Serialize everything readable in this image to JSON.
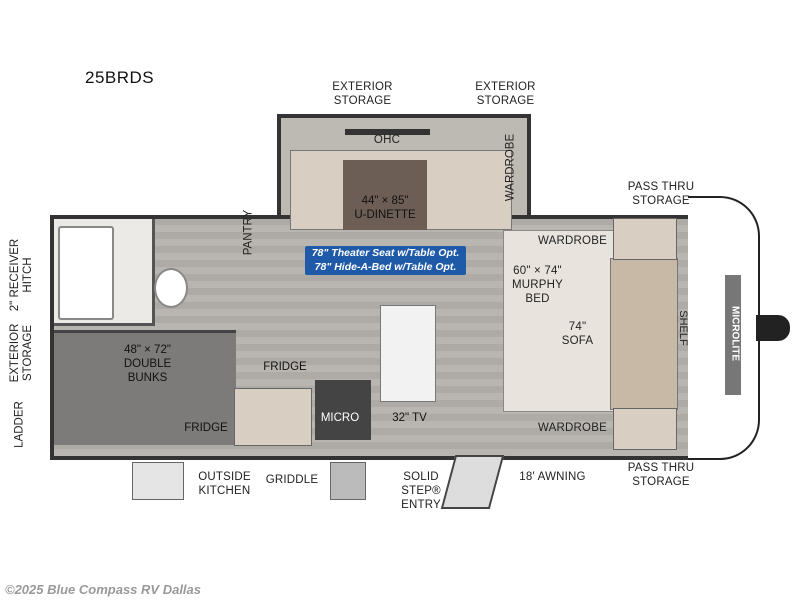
{
  "model": "25BRDS",
  "brand_logo": "MICROLITE",
  "exterior_labels": {
    "exterior_storage_1": "EXTERIOR STORAGE",
    "exterior_storage_2": "EXTERIOR STORAGE",
    "pass_thru_top": "PASS THRU STORAGE",
    "pass_thru_bottom": "PASS THRU STORAGE",
    "receiver_hitch": "2\" RECEIVER HITCH",
    "exterior_storage_side": "EXTERIOR STORAGE",
    "ladder": "LADDER",
    "outside_kitchen": "OUTSIDE KITCHEN",
    "griddle": "GRIDDLE",
    "solid_step": "SOLID STEP® ENTRY",
    "awning": "18' AWNING"
  },
  "interior_labels": {
    "ohc": "OHC",
    "dinette_size": "44\" × 85\"",
    "dinette": "U-DINETTE",
    "wardrobe_slide": "WARDROBE",
    "pantry": "PANTRY",
    "wardrobe_top": "WARDROBE",
    "wardrobe_bottom": "WARDROBE",
    "murphy_size": "60\" × 74\"",
    "murphy": "MURPHY BED",
    "sofa_size": "74\"",
    "sofa": "SOFA",
    "shelf": "SHELF",
    "bunks_size": "48\" × 72\"",
    "bunks": "DOUBLE BUNKS",
    "fridge_1": "FRIDGE",
    "fridge_2": "FRIDGE",
    "micro": "MICRO",
    "tv": "32\" TV"
  },
  "option_banner": {
    "line1": "78\" Theater Seat w/Table Opt.",
    "line2": "78\" Hide-A-Bed w/Table Opt.",
    "color": "#1f5aa8"
  },
  "copyright": "©2025 Blue Compass RV Dallas"
}
